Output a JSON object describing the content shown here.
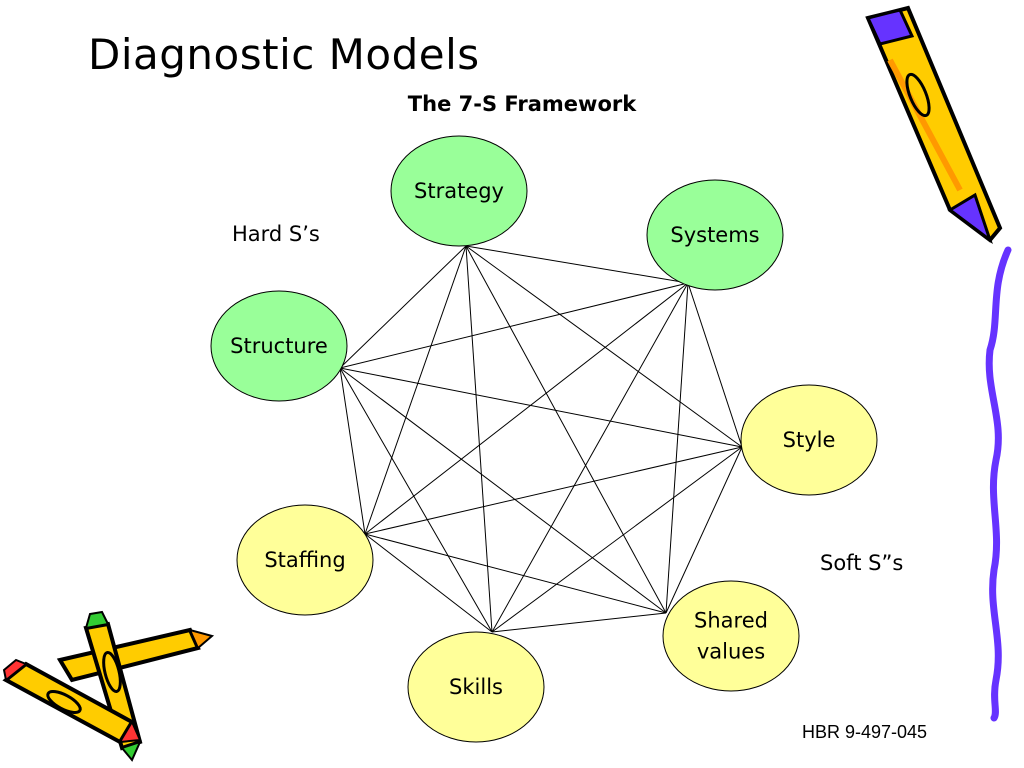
{
  "title": "Diagnostic Models",
  "subtitle": "The 7-S Framework",
  "group_labels": {
    "hard": "Hard S’s",
    "soft": "Soft S”s"
  },
  "source": "HBR 9-497-045",
  "colors": {
    "hard_fill": "#99ff99",
    "soft_fill": "#ffff99",
    "node_stroke": "#000000",
    "edge": "#000000",
    "decoration_purple": "#6633ff",
    "decoration_orange": "#ff9900"
  },
  "nodes": [
    {
      "id": "strategy",
      "lines": [
        "Strategy"
      ],
      "group": "hard"
    },
    {
      "id": "systems",
      "lines": [
        "Systems"
      ],
      "group": "hard"
    },
    {
      "id": "structure",
      "lines": [
        "Structure"
      ],
      "group": "hard"
    },
    {
      "id": "style",
      "lines": [
        "Style"
      ],
      "group": "soft"
    },
    {
      "id": "staffing",
      "lines": [
        "Staffing"
      ],
      "group": "soft"
    },
    {
      "id": "shared-values",
      "lines": [
        "Shared",
        "values"
      ],
      "group": "soft"
    },
    {
      "id": "skills",
      "lines": [
        "Skills"
      ],
      "group": "soft"
    }
  ],
  "edges": [
    [
      "strategy",
      "systems"
    ],
    [
      "strategy",
      "structure"
    ],
    [
      "strategy",
      "style"
    ],
    [
      "strategy",
      "staffing"
    ],
    [
      "strategy",
      "shared-values"
    ],
    [
      "strategy",
      "skills"
    ],
    [
      "systems",
      "structure"
    ],
    [
      "systems",
      "style"
    ],
    [
      "systems",
      "staffing"
    ],
    [
      "systems",
      "shared-values"
    ],
    [
      "systems",
      "skills"
    ],
    [
      "structure",
      "style"
    ],
    [
      "structure",
      "staffing"
    ],
    [
      "structure",
      "shared-values"
    ],
    [
      "structure",
      "skills"
    ],
    [
      "style",
      "staffing"
    ],
    [
      "style",
      "shared-values"
    ],
    [
      "style",
      "skills"
    ],
    [
      "staffing",
      "shared-values"
    ],
    [
      "staffing",
      "skills"
    ],
    [
      "shared-values",
      "skills"
    ]
  ]
}
